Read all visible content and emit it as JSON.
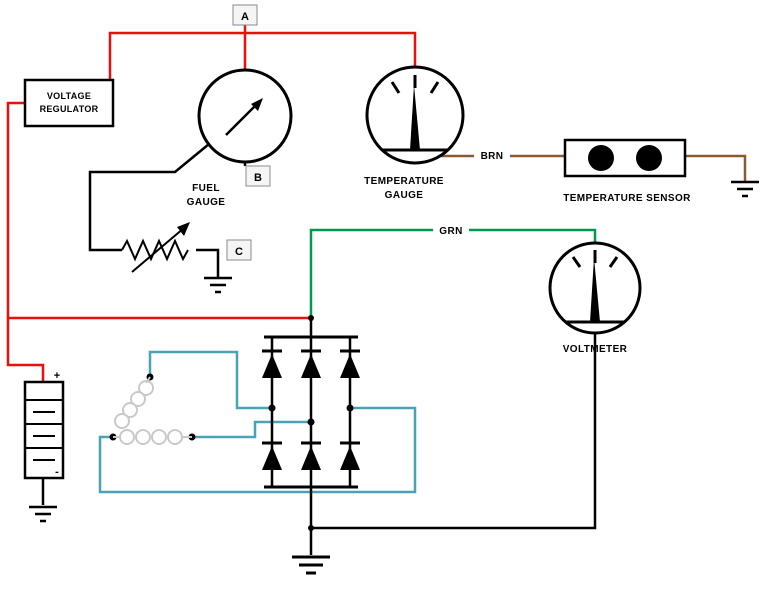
{
  "diagram": {
    "type": "circuit-schematic",
    "components": {
      "voltage_regulator": {
        "label_line1": "VOLTAGE",
        "label_line2": "REGULATOR"
      },
      "fuel_gauge": {
        "label_line1": "FUEL",
        "label_line2": "GAUGE"
      },
      "temperature_gauge": {
        "label_line1": "TEMPERATURE",
        "label_line2": "GAUGE"
      },
      "temperature_sensor": {
        "label": "TEMPERATURE SENSOR"
      },
      "voltmeter": {
        "label": "VOLTMETER"
      },
      "battery": {
        "positive_sign": "+",
        "negative_sign": "-"
      }
    },
    "nodes": {
      "a": "A",
      "b": "B",
      "c": "C"
    },
    "wire_labels": {
      "brown": "BRN",
      "green": "GRN"
    },
    "colors": {
      "wire_red": "#e8100c",
      "wire_black": "#000000",
      "wire_green": "#009a4e",
      "wire_brown": "#8a5a33",
      "wire_teal": "#4aa3b5",
      "coil_gray": "#c9c9c9",
      "node_box_fill": "#f5f5f5",
      "background": "#ffffff"
    }
  }
}
